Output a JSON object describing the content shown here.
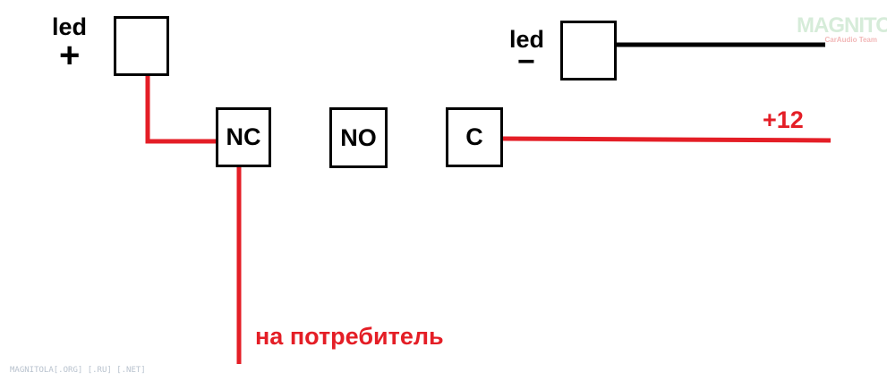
{
  "labels": {
    "led_plus_text": "led",
    "plus_sign": "+",
    "led_minus_text": "led",
    "minus_sign": "−",
    "plus12": "+12",
    "consumer": "на потребитель"
  },
  "terminals": {
    "nc": "NC",
    "no": "NO",
    "c": "C"
  },
  "logo": {
    "main": "MAGNITOLA",
    "sub": "CarAudio Team"
  },
  "watermark": "MAGNITOLA[.ORG] [.RU] [.NET]",
  "colors": {
    "wire_red": "#e41e26",
    "wire_black": "#000000"
  }
}
